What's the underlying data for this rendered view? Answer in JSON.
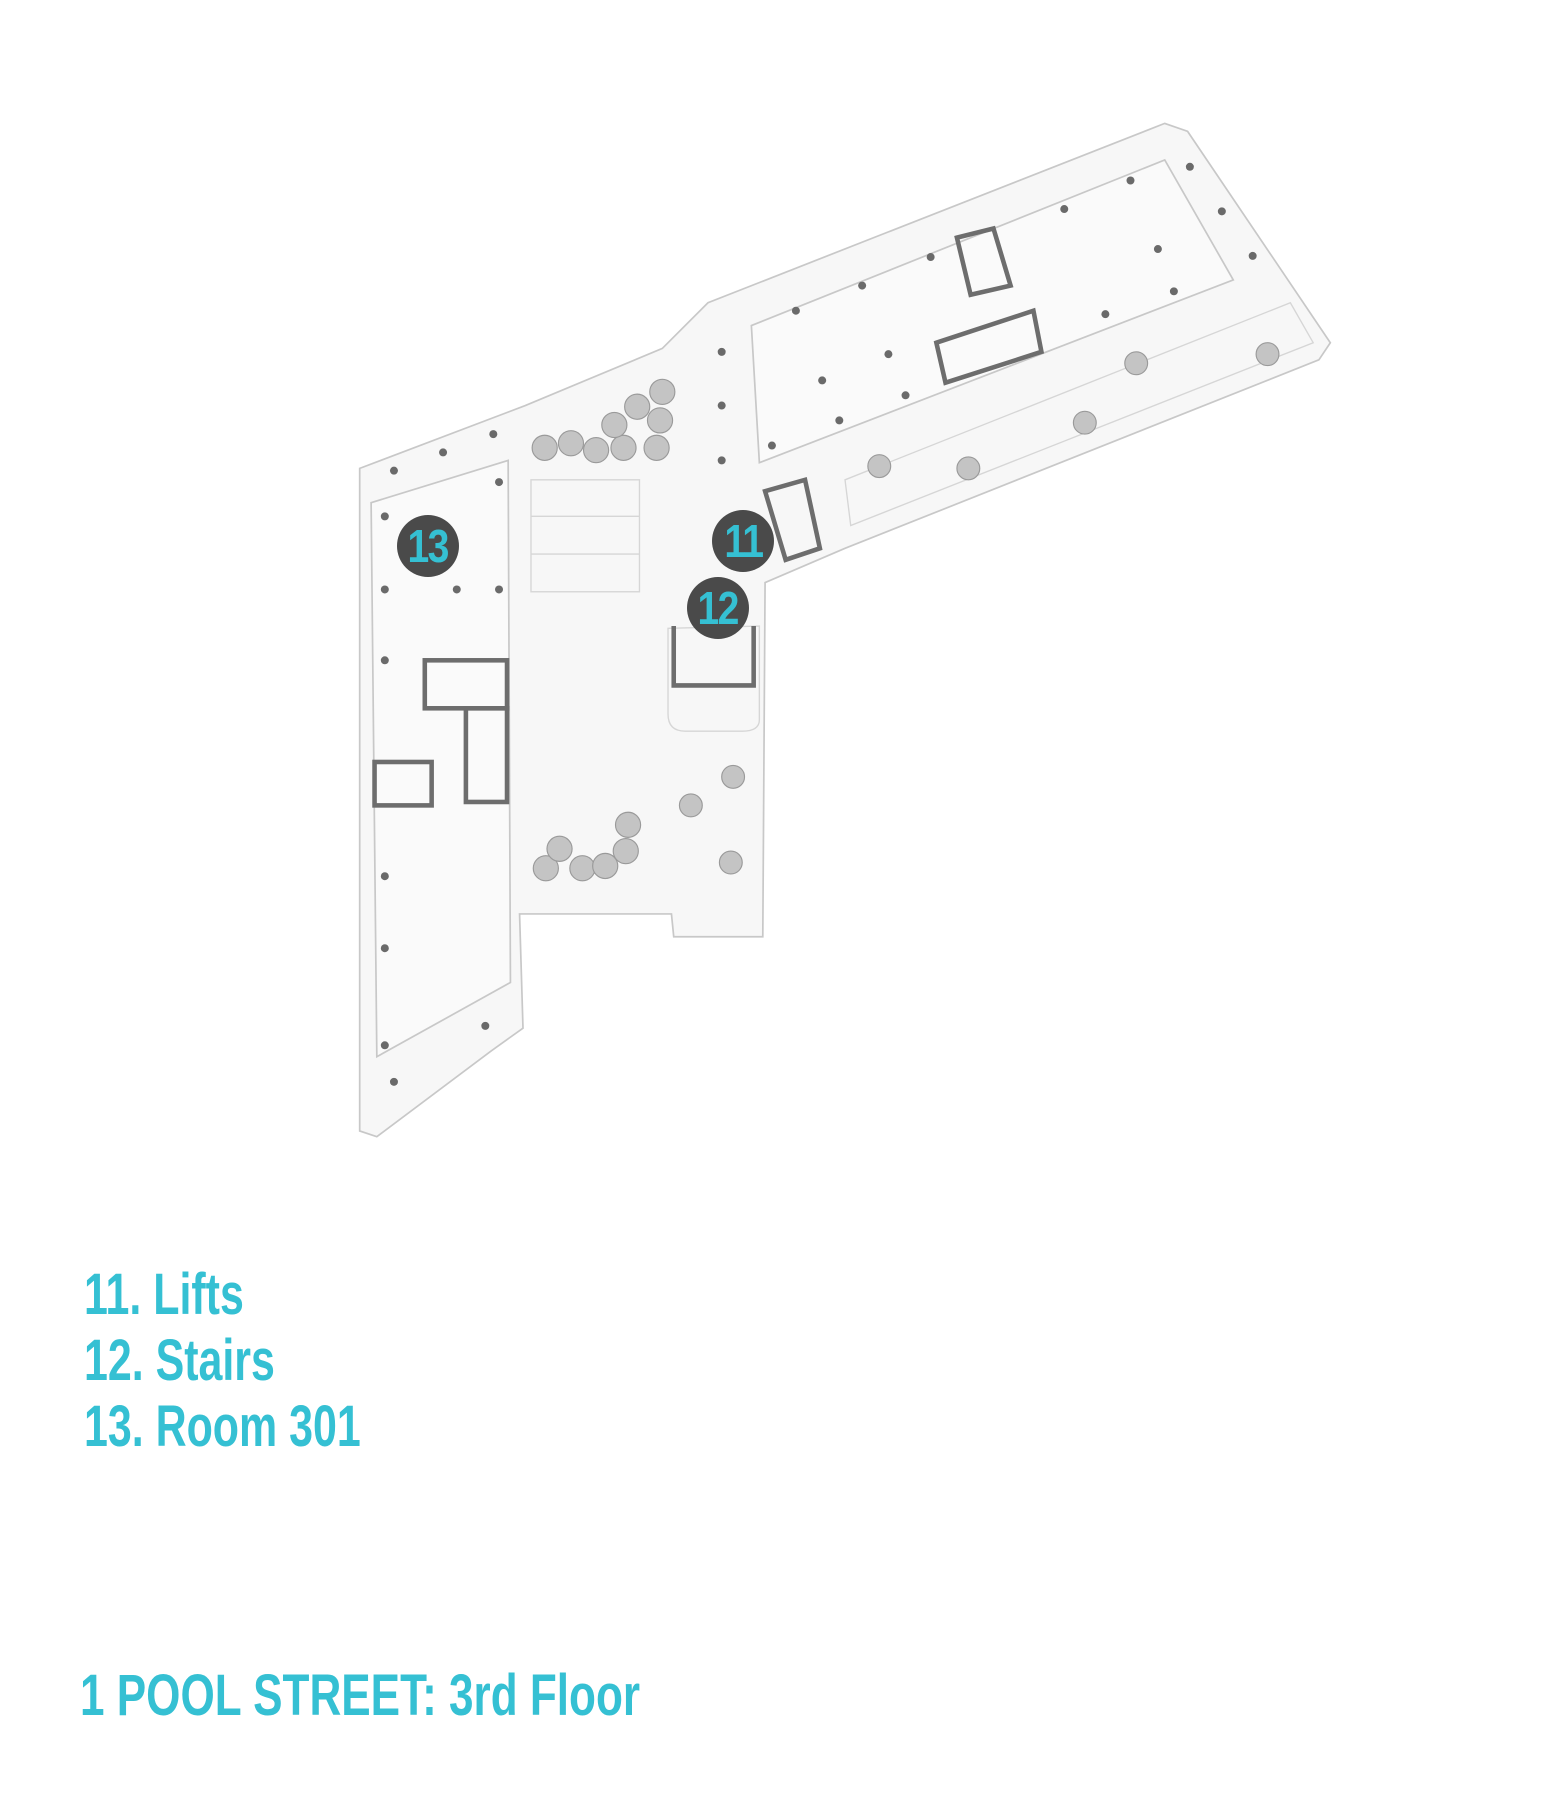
{
  "map": {
    "markers": [
      {
        "id": "11"
      },
      {
        "id": "12"
      },
      {
        "id": "13"
      }
    ]
  },
  "legend": [
    {
      "text": "11. Lifts"
    },
    {
      "text": "12. Stairs"
    },
    {
      "text": "13. Room 301"
    }
  ],
  "title": "1 POOL STREET: 3rd Floor",
  "colors": {
    "accent": "#35c0d3",
    "marker": "#4a4a4a"
  }
}
